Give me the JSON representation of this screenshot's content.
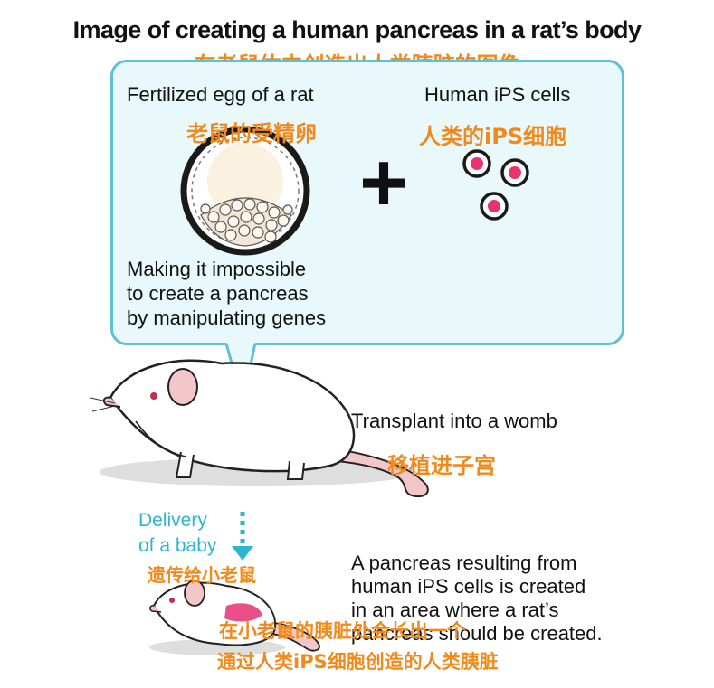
{
  "title": "Image of creating a human pancreas in a rat’s body",
  "title_zh": "在老鼠体内创造出人类胰脏的图像",
  "egg": {
    "label": "Fertilized egg of a rat",
    "label_zh": "老鼠的受精卵"
  },
  "ips": {
    "label": "Human iPS cells",
    "label_zh": "人类的iPS细胞"
  },
  "plus_symbol": "+",
  "manipulation": {
    "line1": "Making it impossible",
    "line2": "to create a pancreas",
    "line3": "by manipulating genes"
  },
  "transplant": {
    "label": "Transplant into a womb",
    "label_zh": "移植进子宫"
  },
  "delivery": {
    "line1": "Delivery",
    "line2": "of a baby",
    "label_zh": "遗传给小老鼠"
  },
  "result": {
    "line1": "A pancreas resulting from",
    "line2": "human iPS cells is created",
    "line3": "in an area where a rat’s",
    "line4": "pancreas should be created.",
    "zh_line1": "在小老鼠的胰脏处会长出一个",
    "zh_line2": "通过人类iPS细胞创造的人类胰脏"
  },
  "colors": {
    "callout_border": "#5fc1d4",
    "callout_fill": "#e8f8fb",
    "chinese_text": "#f08a1c",
    "delivery_text": "#2eb5cf",
    "ips_cell": "#e8336d",
    "pancreas": "#ea4f87"
  }
}
